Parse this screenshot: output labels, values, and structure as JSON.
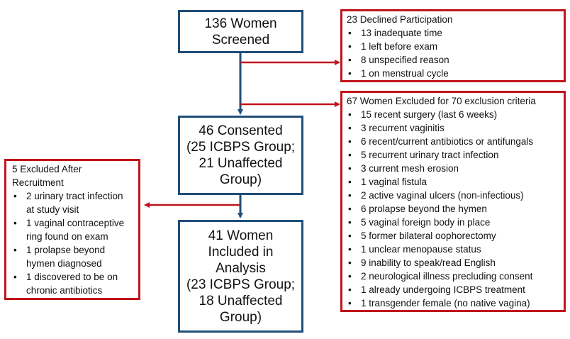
{
  "colors": {
    "main_box_border": "#1f4e79",
    "side_box_border": "#c0141c",
    "main_arrow": "#1f4e79",
    "side_arrow": "#c0141c"
  },
  "screened": {
    "lines": [
      "136 Women",
      "Screened"
    ]
  },
  "consented": {
    "lines": [
      "46 Consented",
      "(25 ICBPS Group;",
      "21 Unaffected",
      "Group)"
    ]
  },
  "included": {
    "lines": [
      "41 Women",
      "Included in",
      "Analysis",
      "(23 ICBPS Group;",
      "18 Unaffected",
      "Group)"
    ]
  },
  "declined": {
    "title": "23 Declined Participation",
    "items": [
      "13 inadequate time",
      "1 left before exam",
      "8 unspecified reason",
      "1 on menstrual cycle"
    ]
  },
  "excluded": {
    "title": "67 Women Excluded for 70 exclusion criteria",
    "items": [
      "15 recent surgery (last 6 weeks)",
      "3 recurrent vaginitis",
      "6 recent/current antibiotics or antifungals",
      "5 recurrent urinary tract infection",
      "3 current mesh erosion",
      "1 vaginal fistula",
      "2 active vaginal ulcers (non-infectious)",
      "6 prolapse beyond the hymen",
      "5 vaginal foreign body in place",
      "5 former bilateral oophorectomy",
      "1 unclear menopause status",
      "9 inability to speak/read English",
      "2 neurological illness precluding consent",
      "1 already undergoing ICBPS treatment",
      "1 transgender female (no native vagina)"
    ]
  },
  "after_recruitment": {
    "title_lines": [
      "5 Excluded After",
      "Recruitment"
    ],
    "items": [
      [
        "2 urinary tract infection",
        "at study visit"
      ],
      [
        "1 vaginal contraceptive",
        "ring found on exam"
      ],
      [
        "1 prolapse beyond",
        "hymen diagnosed"
      ],
      [
        "1 discovered to be on",
        "chronic antibiotics"
      ]
    ]
  }
}
